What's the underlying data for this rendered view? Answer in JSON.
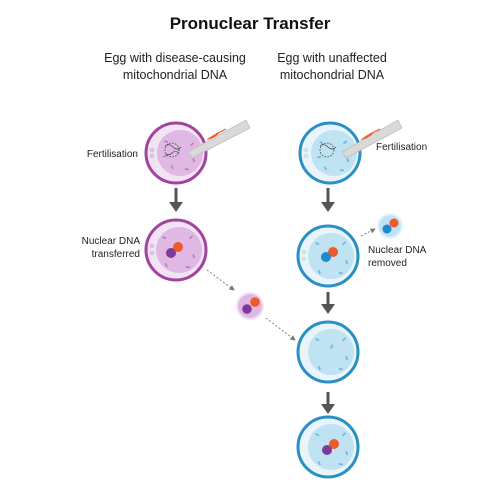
{
  "title": "Pronuclear Transfer",
  "columns": {
    "left_heading": [
      "Egg with disease-causing",
      "mitochondrial DNA"
    ],
    "right_heading": [
      "Egg with unaffected",
      "mitochondrial DNA"
    ]
  },
  "labels": {
    "fertilisation_left": "Fertilisation",
    "fertilisation_right": "Fertilisation",
    "nuclear_transferred": [
      "Nuclear DNA",
      "transferred"
    ],
    "nuclear_removed": [
      "Nuclear DNA",
      "removed"
    ]
  },
  "colors": {
    "affected_membrane": "#a0449e",
    "affected_fill": "#e0b8e4",
    "affected_zona": "#f3e4f5",
    "unaffected_membrane": "#2a8fc4",
    "unaffected_fill": "#bfe3f3",
    "unaffected_zona": "#e9f5fb",
    "pronucleus_orange": "#ee5a2a",
    "pronucleus_purple": "#7d3c98",
    "pronucleus_blue": "#1f8ad0",
    "arrow": "#555555"
  },
  "icons": [
    "pipette-icon",
    "sperm-icon",
    "polar-body-icon",
    "arrow-down-icon",
    "dotted-arrow-icon"
  ]
}
